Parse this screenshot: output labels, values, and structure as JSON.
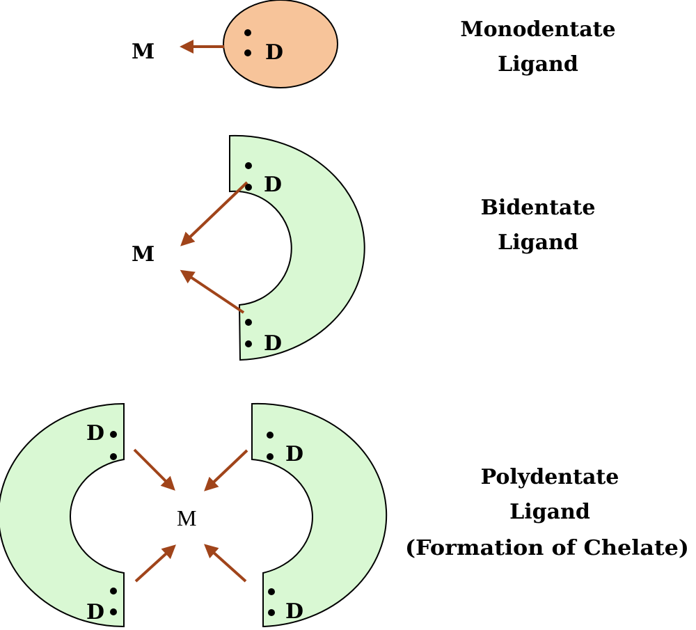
{
  "colors": {
    "monodentate_fill": "#f7c49a",
    "chelate_fill": "#d9f8d3",
    "arrow": "#a0441a",
    "outline": "#000000"
  },
  "monodentate": {
    "metal": "M",
    "donor": "D",
    "caption_line1": "Monodentate",
    "caption_line2": "Ligand"
  },
  "bidentate": {
    "metal": "M",
    "donor_top": "D",
    "donor_bottom": "D",
    "caption_line1": "Bidentate",
    "caption_line2": "Ligand"
  },
  "polydentate": {
    "metal": "M",
    "donor_left_top": "D",
    "donor_left_bottom": "D",
    "donor_right_top": "D",
    "donor_right_bottom": "D",
    "caption_line1": "Polydentate",
    "caption_line2": "Ligand",
    "caption_line3": "(Formation of Chelate)"
  }
}
